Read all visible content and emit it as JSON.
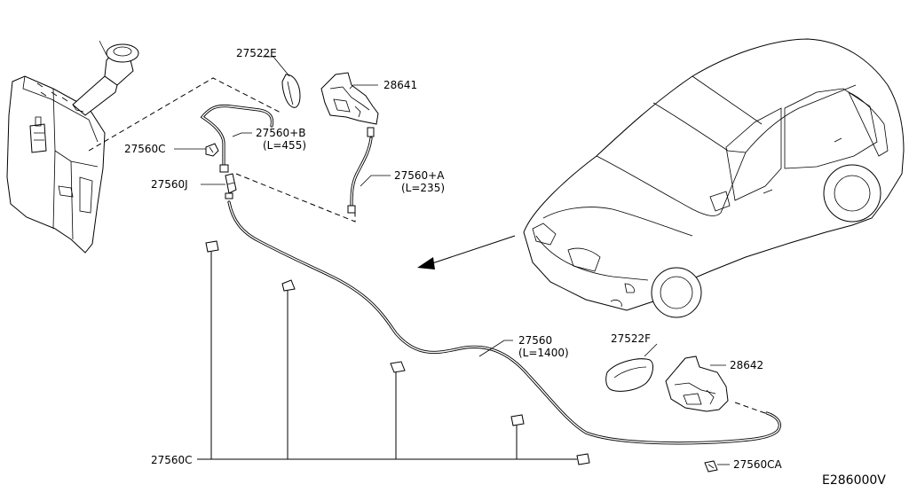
{
  "diagram_code": "E286000V",
  "labels": {
    "nozzle_cover_left": "27522E",
    "nozzle_left": "28641",
    "hose_b": "27560+B",
    "hose_b_length": "(L=455)",
    "clip_c": "27560C",
    "joint_j": "27560J",
    "hose_a": "27560+A",
    "hose_a_length": "(L=235)",
    "hose_main": "27560",
    "hose_main_length": "(L=1400)",
    "nozzle_cover_right": "27522F",
    "nozzle_right": "28642",
    "clip_c_bottom": "27560C",
    "clip_ca": "27560CA"
  }
}
